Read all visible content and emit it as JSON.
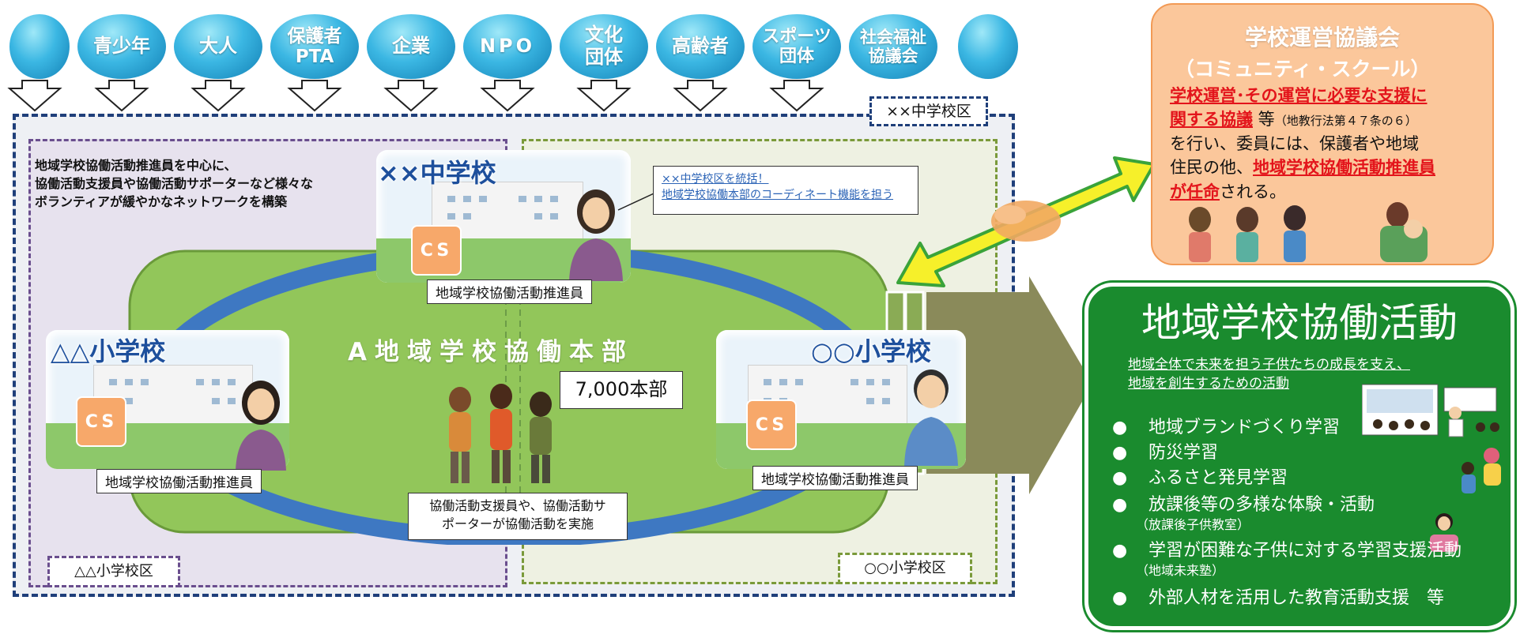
{
  "stakeholders": [
    {
      "label": ""
    },
    {
      "label": "青少年"
    },
    {
      "label": "大人"
    },
    {
      "label": "保護者\nPTA"
    },
    {
      "label": "企業"
    },
    {
      "label": "NPO"
    },
    {
      "label": "文化\n団体"
    },
    {
      "label": "高齢者"
    },
    {
      "label": "スポーツ\n団体"
    },
    {
      "label": "社会福祉\n協議会"
    },
    {
      "label": ""
    }
  ],
  "district_label": "××中学校区",
  "network_note": "地域学校協働活動推進員を中心に、\n協働活動支援員や協働活動サポーターなど様々な\nボランティアが緩やかなネットワークを構築",
  "junior_high": {
    "title": "××中学校",
    "cs": "CS",
    "promoter": "地域学校協働活動推進員",
    "callout_line1": "××中学校区を統括！",
    "callout_line2": "地域学校協働本部のコーディネート機能を担う"
  },
  "school_left": {
    "title": "△△小学校",
    "cs": "CS",
    "promoter": "地域学校協働活動推進員"
  },
  "school_right": {
    "title": "○○小学校",
    "cs": "CS",
    "promoter": "地域学校協働活動推進員"
  },
  "headquarters": {
    "title": "A地域学校協働本部",
    "count": "7,000本部",
    "support_note": "協働活動支援員や、協働活動サ\nポーターが協働活動を実施"
  },
  "left_district_label": "△△小学校区",
  "right_district_label": "○○小学校区",
  "council": {
    "title": "学校運営協議会",
    "subtitle": "（コミュニティ・スクール）",
    "line1_red": "学校運営･その運営に必要な支援に",
    "line2_red": "関する協議",
    "line2_rest": " 等",
    "line2_small": "（地教行法第４７条の６）",
    "line3": "を行い、委員には、保護者や地域",
    "line4_a": "住民の他、",
    "line4_red": "地域学校協働活動推進員",
    "line5_red": "が任命",
    "line5_rest": "される。"
  },
  "activities": {
    "title": "地域学校協働活動",
    "description_line1": "地域全体で未来を担う子供たちの成長を支え、",
    "description_line2": "地域を創生するための活動",
    "bullet": "●",
    "items": [
      {
        "text": "地域ブランドづくり学習"
      },
      {
        "text": "防災学習"
      },
      {
        "text": "ふるさと発見学習"
      },
      {
        "text": "放課後等の多様な体験・活動",
        "sub": "（放課後子供教室）"
      },
      {
        "text": "学習が困難な子供に対する学習支援活動",
        "sub": "（地域未来塾）"
      },
      {
        "text": "外部人材を活用した教育活動支援　等"
      }
    ]
  },
  "colors": {
    "navy_dash": "#1f3f7a",
    "purple_dash": "#6a4e8e",
    "olive_dash": "#7a9a3a",
    "ring_blue": "#3e78c2",
    "green_field": "#92c65a",
    "council_orange": "#fbc79b",
    "activity_green": "#1a8b2e",
    "arrow_yellow": "#f6f02a",
    "red_text": "#e3141b"
  }
}
